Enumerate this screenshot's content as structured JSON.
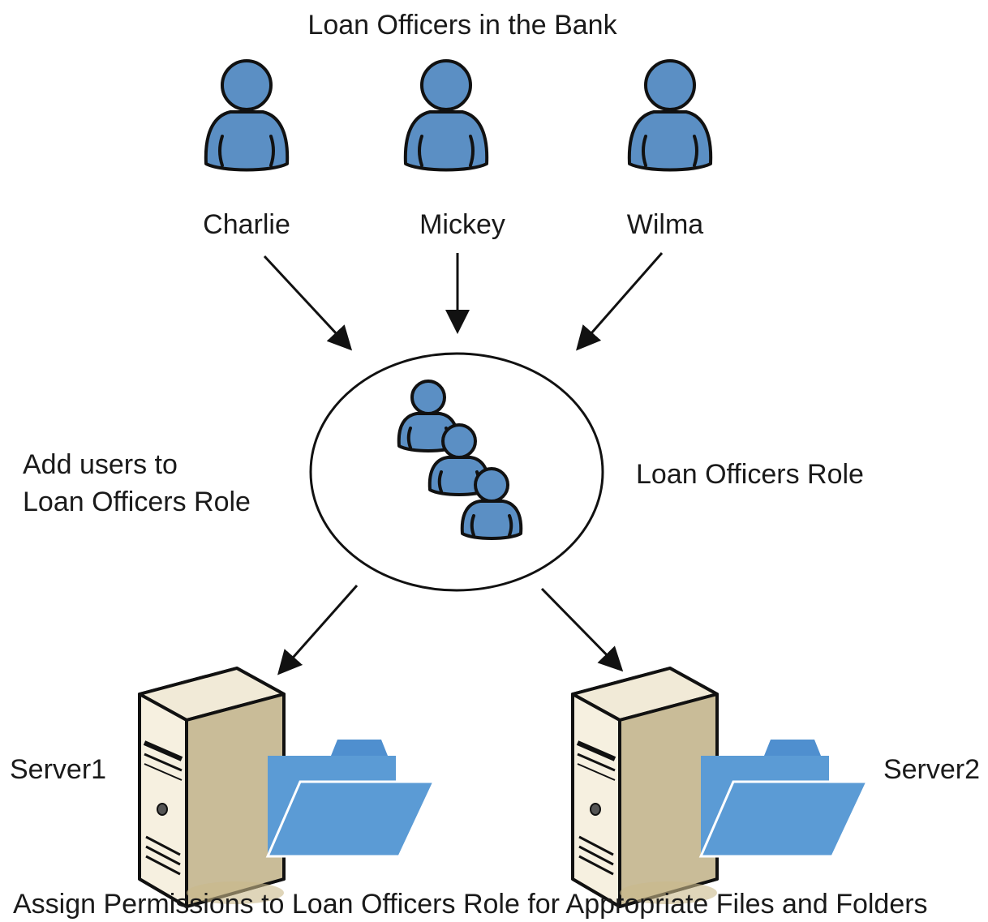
{
  "title": "Loan Officers in the Bank",
  "users": [
    {
      "name": "Charlie"
    },
    {
      "name": "Mickey"
    },
    {
      "name": "Wilma"
    }
  ],
  "role": {
    "name": "Loan Officers Role",
    "instruction_line1": "Add users to",
    "instruction_line2": "Loan Officers Role"
  },
  "servers": [
    {
      "name": "Server1"
    },
    {
      "name": "Server2"
    }
  ],
  "footer": "Assign Permissions to Loan Officers Role for Appropriate Files and Folders",
  "colors": {
    "person_fill": "#5b8fc4",
    "folder_fill": "#5b9bd5",
    "server_fill": "#e6dcc2",
    "outline": "#111111"
  },
  "icons": [
    "user-icon",
    "group-icon",
    "server-icon",
    "folder-icon"
  ]
}
